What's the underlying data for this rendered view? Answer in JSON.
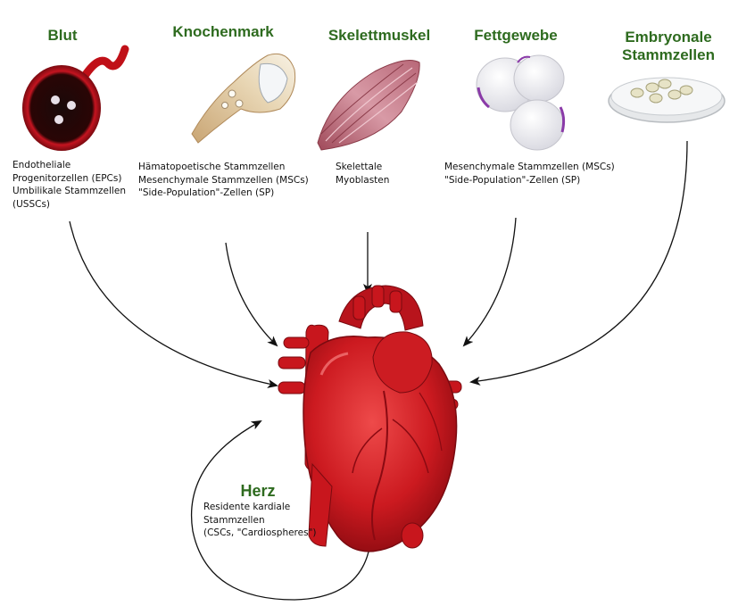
{
  "sources": [
    {
      "id": "blut",
      "title": "Blut",
      "lines": [
        "Endotheliale",
        "Progenitorzellen (EPCs)",
        "Umbilikale Stammzellen",
        "(USSCs)"
      ],
      "icon": "blood-vessel-icon"
    },
    {
      "id": "knochenmark",
      "title": "Knochenmark",
      "lines": [
        "Hämatopoetische Stammzellen",
        "Mesenchymale Stammzellen (MSCs)",
        "\"Side-Population\"-Zellen (SP)"
      ],
      "icon": "bone-icon"
    },
    {
      "id": "skelettmuskel",
      "title": "Skelettmuskel",
      "lines": [
        "Skelettale",
        "Myoblasten"
      ],
      "icon": "muscle-icon"
    },
    {
      "id": "fettgewebe",
      "title": "Fettgewebe",
      "lines": [
        "Mesenchymale Stammzellen (MSCs)",
        "\"Side-Population\"-Zellen (SP)"
      ],
      "icon": "fat-cells-icon"
    },
    {
      "id": "embryonale",
      "title_lines": [
        "Embryonale",
        "Stammzellen"
      ],
      "icon": "petri-dish-icon"
    }
  ],
  "heart": {
    "title": "Herz",
    "lines": [
      "Residente kardiale",
      "Stammzellen",
      "(CSCs, \"Cardiospheres\")"
    ],
    "icon": "heart-icon"
  },
  "colors": {
    "title_green": "#2e6b1f",
    "heart_red": "#c8161d",
    "blood_red": "#b0101a"
  }
}
